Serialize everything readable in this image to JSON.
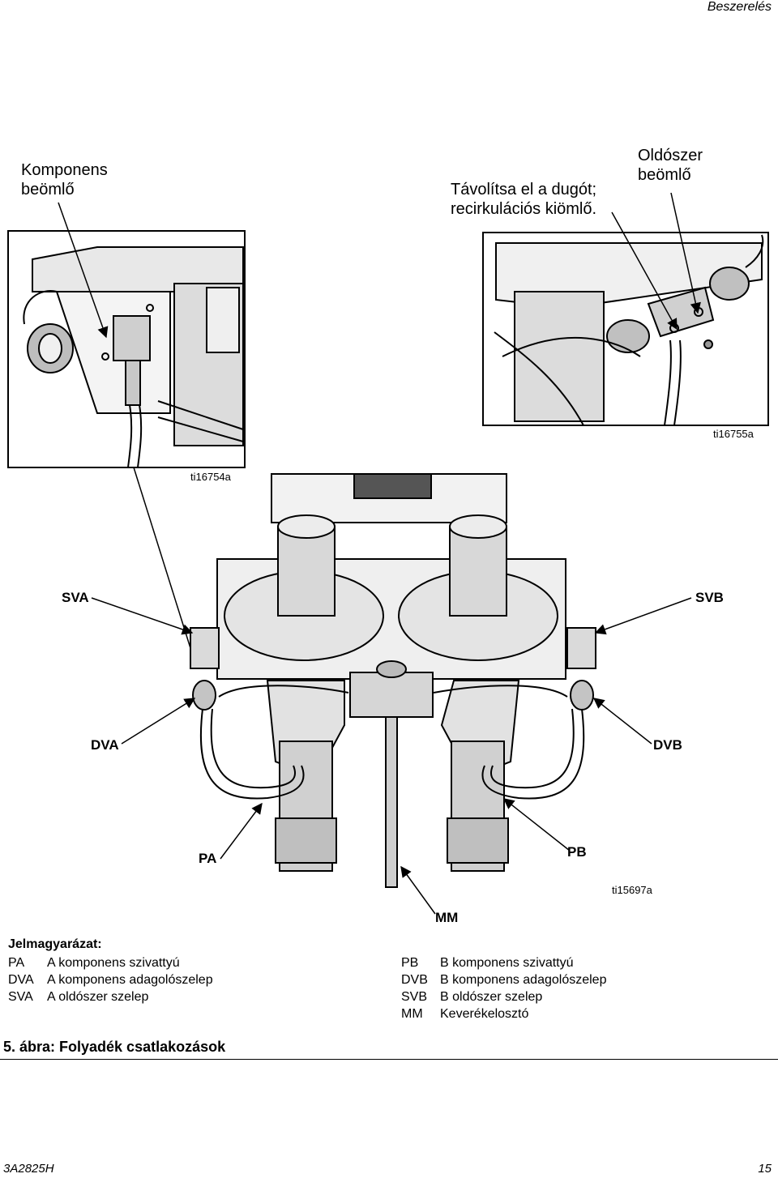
{
  "header": {
    "section": "Beszerelés"
  },
  "callouts": {
    "component_inlet": [
      "Komponens",
      "beömlő"
    ],
    "remove_plug": [
      "Távolítsa el a dugót;",
      "recirkulációs kiömlő."
    ],
    "solvent_inlet": [
      "Oldószer",
      "beömlő"
    ]
  },
  "figure_ids": {
    "left_inset": "ti16754a",
    "right_inset": "ti16755a",
    "main": "ti15697a"
  },
  "labels": {
    "sva": "SVA",
    "svb": "SVB",
    "dva": "DVA",
    "dvb": "DVB",
    "pa": "PA",
    "pb": "PB",
    "mm": "MM"
  },
  "legend": {
    "title": "Jelmagyarázat:",
    "left": [
      {
        "code": "PA",
        "text": "A komponens szivattyú"
      },
      {
        "code": "DVA",
        "text": "A komponens adagolószelep"
      },
      {
        "code": "SVA",
        "text": "A oldószer szelep"
      }
    ],
    "right": [
      {
        "code": "PB",
        "text": "B komponens szivattyú"
      },
      {
        "code": "DVB",
        "text": "B komponens adagolószelep"
      },
      {
        "code": "SVB",
        "text": "B oldószer szelep"
      },
      {
        "code": "MM",
        "text": "Keverékelosztó"
      }
    ]
  },
  "caption": "5. ábra: Folyadék csatlakozások",
  "footer": {
    "doc_number": "3A2825H",
    "page_number": "15"
  }
}
